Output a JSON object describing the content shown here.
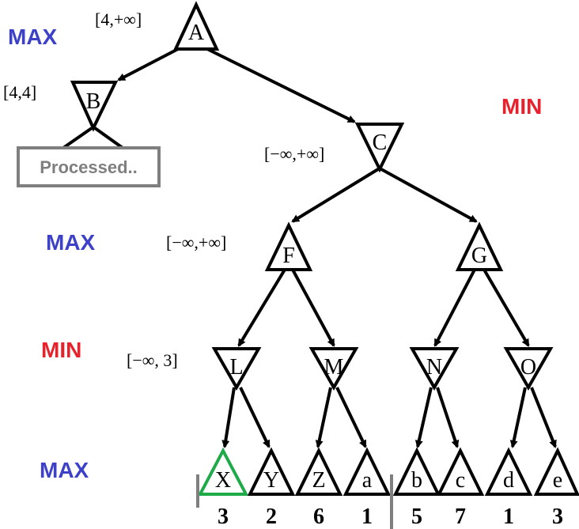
{
  "colors": {
    "max": "#3d41c8",
    "min": "#e8212c",
    "stroke": "#000000",
    "highlight": "#1faa4a",
    "processed": "#7f7f7f"
  },
  "levels": {
    "max": "MAX",
    "min": "MIN"
  },
  "nodes": {
    "A": "A",
    "B": "B",
    "C": "C",
    "F": "F",
    "G": "G",
    "L": "L",
    "M": "M",
    "N": "N",
    "O": "O"
  },
  "intervals": {
    "A": "[4,+∞]",
    "B": "[4,4]",
    "C": "[−∞,+∞]",
    "F": "[−∞,+∞]",
    "L": "[−∞, 3]"
  },
  "processed_label": "Processed..",
  "leaves": [
    {
      "label": "X",
      "value": "3",
      "highlight": true
    },
    {
      "label": "Y",
      "value": "2"
    },
    {
      "label": "Z",
      "value": "6"
    },
    {
      "label": "a",
      "value": "1"
    },
    {
      "label": "b",
      "value": "5"
    },
    {
      "label": "c",
      "value": "7"
    },
    {
      "label": "d",
      "value": "1"
    },
    {
      "label": "e",
      "value": "3"
    }
  ]
}
